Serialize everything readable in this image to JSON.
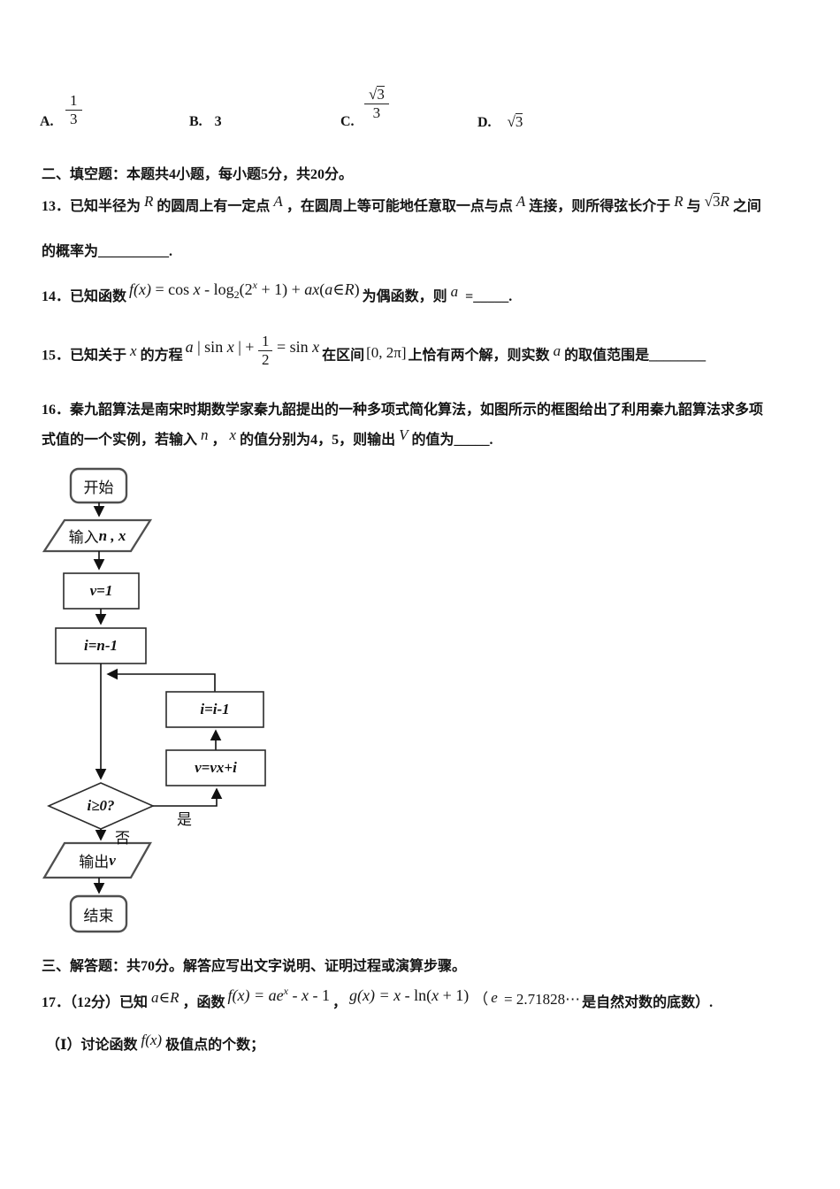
{
  "options": {
    "a_label": "A.",
    "a_num": "1",
    "a_den": "3",
    "b_label": "B.",
    "b_value": "3",
    "c_label": "C.",
    "c_num_sqrt": "√",
    "c_num_arg": "3",
    "c_den": "3",
    "d_label": "D.",
    "d_sqrt": "√",
    "d_arg": "3"
  },
  "section2_title": "二、填空题：本题共4小题，每小题5分，共20分。",
  "q13": {
    "l1": [
      "13．已知半径为",
      "R",
      "的圆周上有一定点",
      "A",
      "，在圆周上等可能地任意取一点与点",
      "A",
      "连接，则所得弦长介于",
      "R",
      "与",
      "√",
      "3",
      "R",
      "之间"
    ],
    "l2": "的概率为__________."
  },
  "q14": {
    "pre": "14．已知函数",
    "eq": [
      "f(x)",
      " = cos ",
      "x",
      " - log",
      "2",
      "(2",
      "x",
      " + 1)",
      " + ",
      "ax",
      "(",
      "a",
      "∈",
      "R",
      ")"
    ],
    "post": [
      "为偶函数，则",
      "a",
      " =",
      "_____."
    ]
  },
  "q15": {
    "pre": [
      "15．已知关于",
      "x",
      "的方程"
    ],
    "eq_left": [
      "a",
      " | sin ",
      "x",
      " | + "
    ],
    "frac_num": "1",
    "frac_den": "2",
    "eq_right": [
      " = sin ",
      "x"
    ],
    "post": [
      "在区间",
      "[0, 2π]",
      "上恰有两个解，则实数",
      "a",
      "的取值范围是",
      "________"
    ]
  },
  "q16": {
    "l1": "16．秦九韶算法是南宋时期数学家秦九韶提出的一种多项式简化算法，如图所示的框图给出了利用秦九韶算法求多项",
    "l2": [
      "式值的一个实例，若输入",
      "n",
      "，",
      "x",
      "的值分别为4，5，则输出",
      "V",
      "的值为",
      "_____",
      "."
    ]
  },
  "flowchart": {
    "start": "开始",
    "input_label": "输入",
    "input_vars": "n , x",
    "assign_v": "v=1",
    "assign_i": "i=n-1",
    "dec_i": "i=i-1",
    "update_v": "v=vx+i",
    "condition": "i≥0?",
    "yes_label": "是",
    "no_label": "否",
    "output_label": "输出",
    "output_var": "v",
    "end": "结束"
  },
  "section3_title": "三、解答题：共70分。解答应写出文字说明、证明过程或演算步骤。",
  "q17": {
    "pre": [
      "17．（12分）已知",
      "a∈R",
      "，函数"
    ],
    "eq1": [
      "f(x) = ae",
      "x",
      " - ",
      "x",
      " - 1"
    ],
    "sep": "，",
    "eq2": [
      "g(x) = x",
      " - ln(",
      "x",
      " + 1)"
    ],
    "post": [
      "（",
      "e",
      " = 2.71828⋯",
      "是自然对数的底数）."
    ],
    "part1": [
      "（Ⅰ）讨论函数",
      "f(x)",
      "极值点的个数；"
    ]
  }
}
